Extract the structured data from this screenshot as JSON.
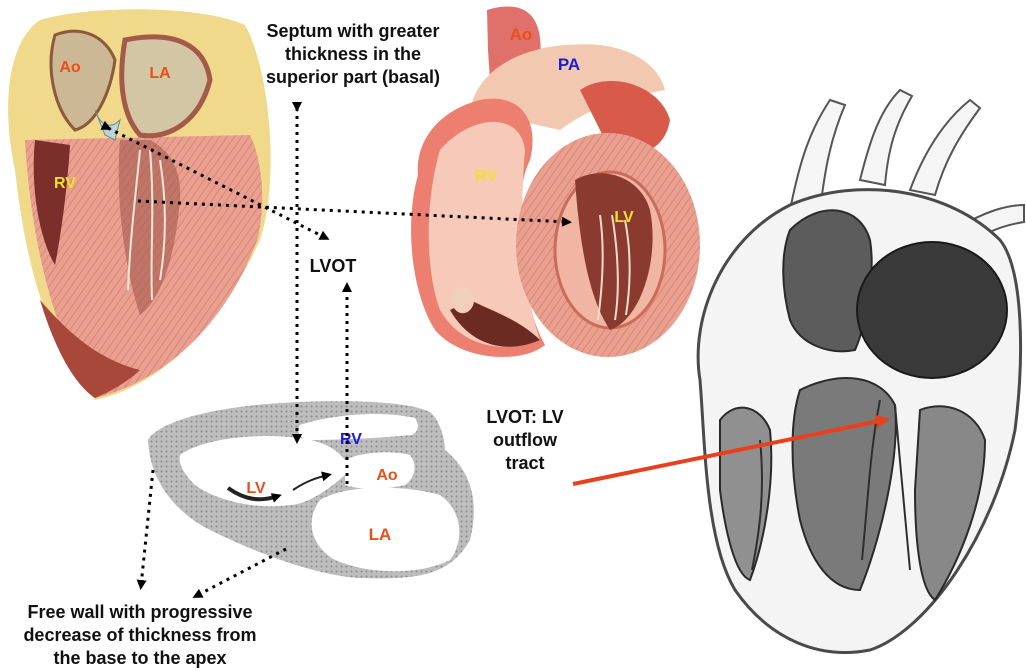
{
  "captions": {
    "septum": [
      "Septum with greater",
      "thickness in the",
      "superior part (basal)"
    ],
    "lvot_def": [
      "LVOT: LV",
      "outflow",
      "tract"
    ],
    "free_wall": [
      "Free wall with progressive",
      "decrease of thickness from",
      "the base to the apex"
    ],
    "lvot": "LVOT"
  },
  "heart1_labels": {
    "ao": "Ao",
    "la": "LA",
    "rv": "RV"
  },
  "heart2_labels": {
    "ao": "Ao",
    "pa": "PA",
    "rv": "RV",
    "lv": "LV"
  },
  "echo_labels": {
    "rv": "RV",
    "lv": "LV",
    "ao": "Ao",
    "la": "LA"
  },
  "colors": {
    "orange_label": "#e8501a",
    "yellow_label": "#f2e02a",
    "blue_label": "#1c1cd6",
    "red_arrow": "#e8401c",
    "tissue": "#e9a091"
  }
}
